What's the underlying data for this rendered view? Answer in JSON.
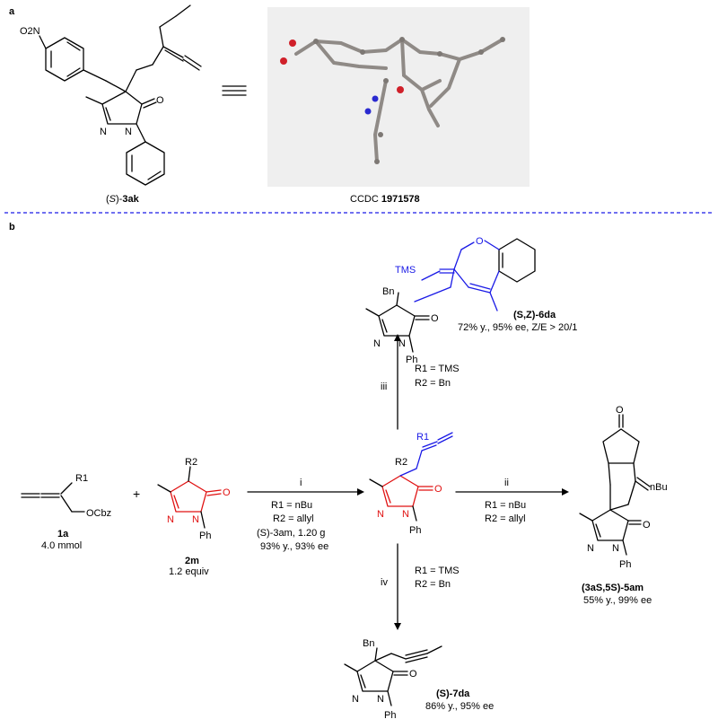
{
  "panel_a": {
    "label": "a",
    "compound": {
      "prefix": "(",
      "stereo": "S",
      "mid": ")-",
      "id": "3ak"
    },
    "substituent": "O2N",
    "ccdc_prefix": "CCDC ",
    "ccdc_number": "1971578"
  },
  "panel_b": {
    "label": "b",
    "sm1": {
      "id": "1a",
      "amount": "4.0 mmol",
      "r_label": "R1",
      "group": "OCbz"
    },
    "sm2": {
      "id": "2m",
      "amount": "1.2 equiv",
      "r_label": "R2"
    },
    "plus": "+",
    "step_i": {
      "label": "i",
      "r1": "R1 = nBu",
      "r2": "R2 = allyl",
      "product": "(S)-3am, 1.20 g",
      "yield": "93% y., 93% ee"
    },
    "step_ii": {
      "label": "ii",
      "r1": "R1 = nBu",
      "r2": "R2 = allyl"
    },
    "step_iii": {
      "label": "iii",
      "r1": "R1 = TMS",
      "r2": "R2 = Bn"
    },
    "step_iv": {
      "label": "iv",
      "r1": "R1 = TMS",
      "r2": "R2 = Bn"
    },
    "prod_6da": {
      "name": "(S,Z)-6da",
      "yield": "72% y., 95% ee, Z/E > 20/1"
    },
    "prod_5am": {
      "name": "(3aS,5S)-5am",
      "yield": "55% y., 99% ee"
    },
    "prod_7da": {
      "name": "(S)-7da",
      "yield": "86% y., 95% ee"
    },
    "atoms": {
      "N": "N",
      "O": "O",
      "Ph": "Ph",
      "Bn": "Bn",
      "TMS": "TMS",
      "nBu": "nBu"
    }
  },
  "colors": {
    "highlight_red": "#e01010",
    "highlight_blue": "#1a1ae6",
    "divider": "#1a1ae6"
  }
}
